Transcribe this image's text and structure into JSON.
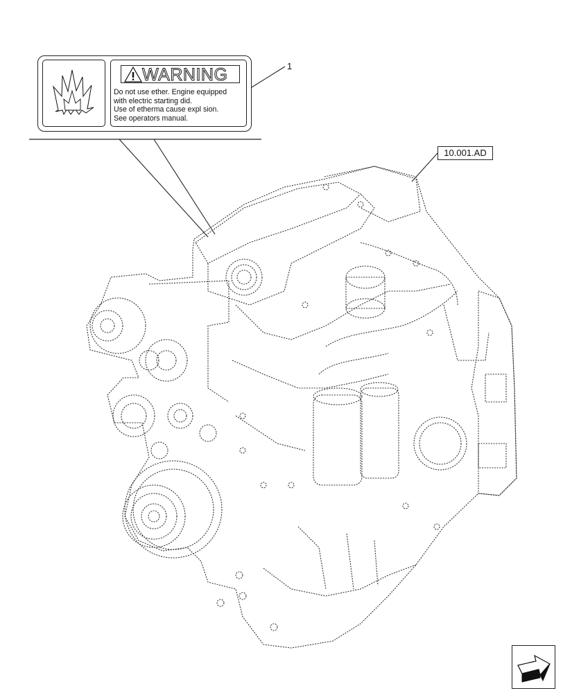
{
  "warning_label": {
    "title": "WARNING",
    "lines": [
      "Do not use ether. Engine equipped",
      "with electric starting did.",
      "Use of etherma  cause expl  sion.",
      "See operators manual."
    ]
  },
  "callouts": {
    "item_number": "1",
    "reference": "10.001.AD"
  },
  "icons": {
    "explosion": "explosion-icon",
    "warning": "warning-triangle-icon",
    "next_page": "next-page-arrow-icon"
  }
}
